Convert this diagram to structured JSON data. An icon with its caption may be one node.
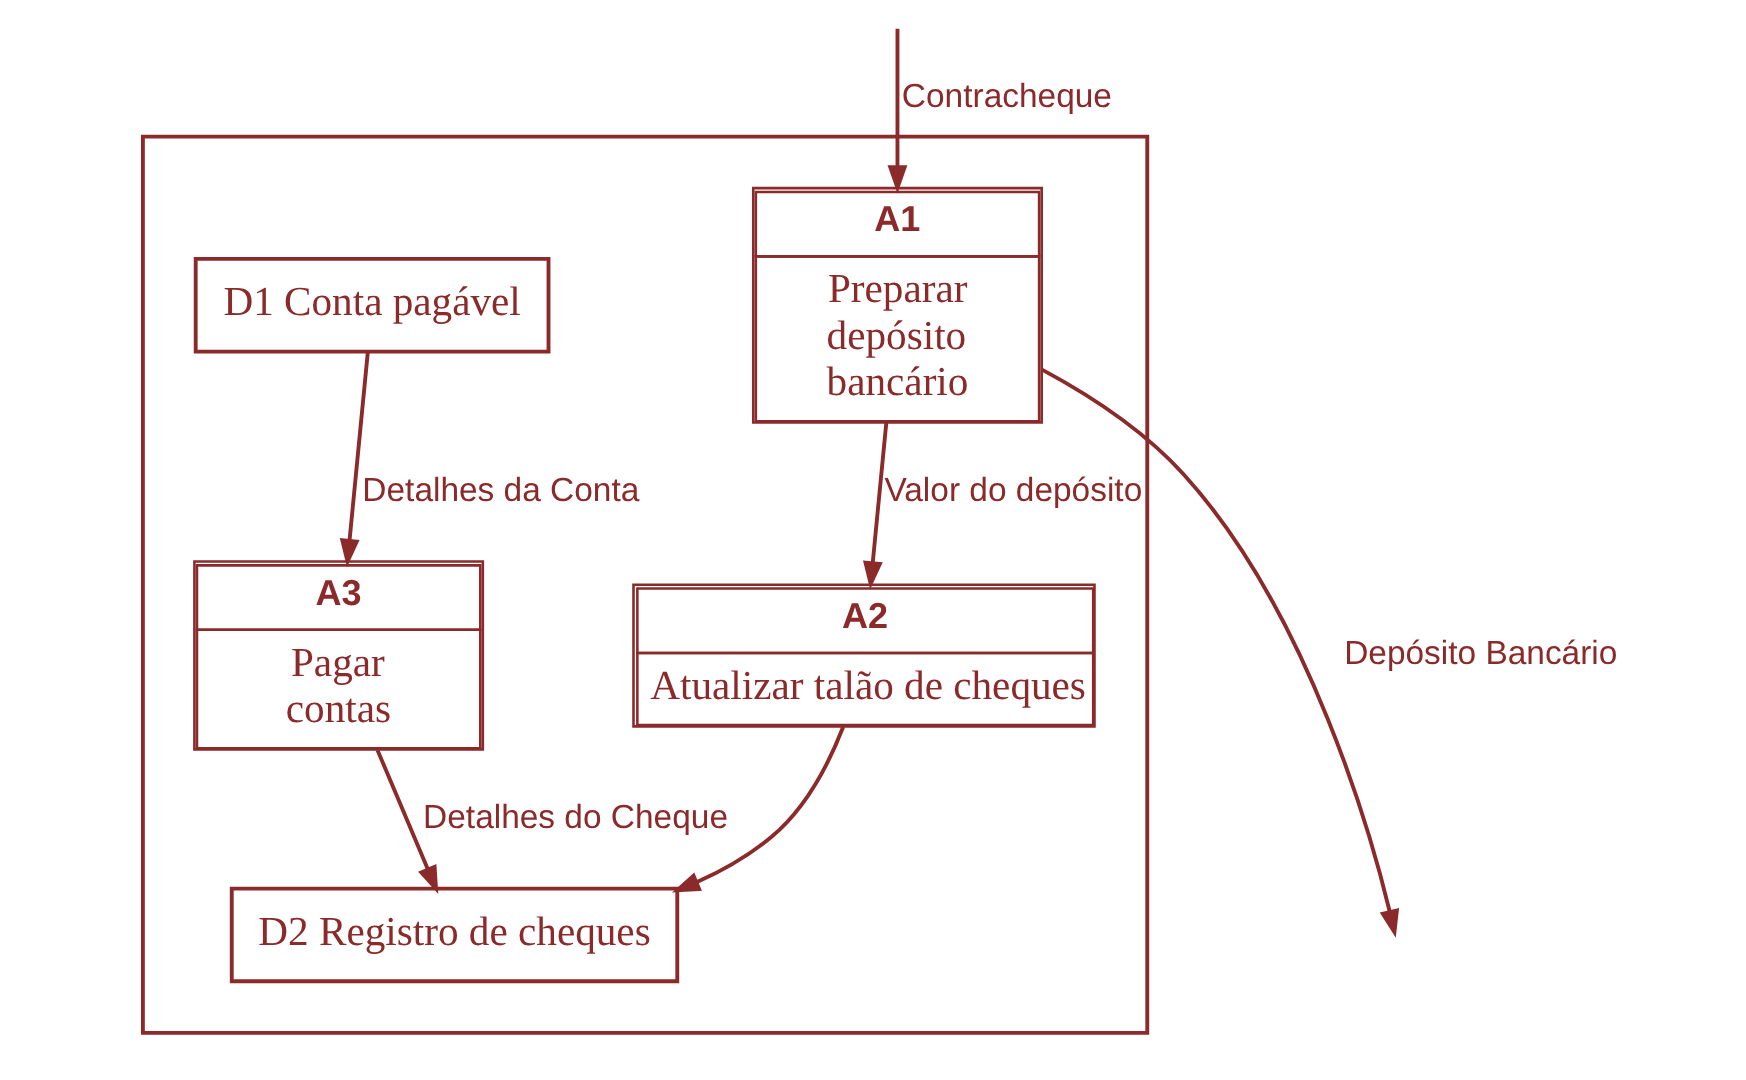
{
  "diagram": {
    "nodes": [
      {
        "text": [],
        "shape": "box"
      },
      {
        "text": [
          "A1",
          "Preparar depósito bancário"
        ],
        "in": 0
      },
      {
        "text": [
          "D1 Conta pagável"
        ],
        "in": 0
      },
      {
        "text": [
          "A2",
          "Atualizar talão de cheques"
        ],
        "in": 0
      },
      {
        "text": [
          "A3",
          "Pagar contas"
        ],
        "in": 0
      },
      {
        "text": [
          "D2 Registro de cheques"
        ],
        "in": 0
      }
    ],
    "edges": [
      {
        "from": 1,
        "to": null,
        "arrow": "to",
        "label": "Depósito Bancário"
      },
      {
        "from": null,
        "to": 1,
        "arrow": "to",
        "label": "Contracheque"
      },
      {
        "from": 1,
        "to": 3,
        "arrow": "to",
        "label": "Valor do depósito"
      },
      {
        "from": 2,
        "to": 4,
        "arrow": "to",
        "label": "Detalhes da Conta"
      },
      {
        "from": 3,
        "to": 5,
        "arrow": "to"
      },
      {
        "from": 4,
        "to": 5,
        "arrow": "to",
        "label": "Detalhes do Cheque"
      }
    ]
  }
}
